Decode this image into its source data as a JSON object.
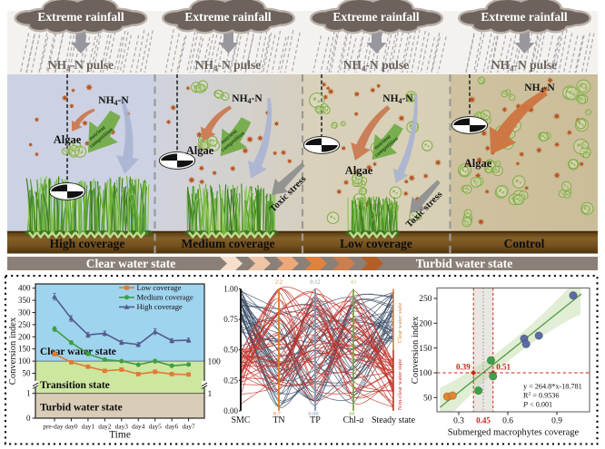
{
  "top": {
    "background_color": "#f4f2ef",
    "cloud_label": "Extreme rainfall",
    "cloud_color": "#6e635c",
    "pulse": {
      "pre": "NH",
      "sub": "4",
      "post": "-N pulse"
    },
    "nh4n": {
      "pre": "NH",
      "sub": "4",
      "post": "-N"
    },
    "algae_label": "Algae",
    "nutrient_arrow_label": {
      "line1": "nutrient",
      "line2": "competition"
    },
    "toxic_label": "Toxic stress",
    "ammonium_dot_color": "#b8551f",
    "algae_circle_color": "#88ae4c",
    "panels": [
      {
        "id": "high",
        "label": "High coverage",
        "water_color": "#ccd2e3",
        "water_color2": "#ccd2e3",
        "dot_count": 11,
        "algae_singles": 0,
        "grass": "dense",
        "secchi_depth": 211
      },
      {
        "id": "medium",
        "label": "Medium coverage",
        "water_color": "#d0d3de",
        "water_color2": "#d6cfbf",
        "dot_count": 19,
        "algae_singles": 0,
        "grass": "medium",
        "secchi_depth": 177
      },
      {
        "id": "low",
        "label": "Low coverage",
        "water_color": "#d9d1ba",
        "water_color2": "#d7cfb6",
        "dot_count": 25,
        "algae_singles": 11,
        "grass": "sparse",
        "secchi_depth": 160
      },
      {
        "id": "control",
        "label": "Control",
        "water_color": "#cfc2a0",
        "water_color2": "#cbbd99",
        "dot_count": 27,
        "algae_singles": 22,
        "grass": "none",
        "secchi_depth": 138
      }
    ],
    "sediment_colors": [
      "#58390f",
      "#82602a",
      "#73501e",
      "#4f330d"
    ]
  },
  "transition_bar": {
    "left_label": "Clear water state",
    "right_label": "Turbid water state",
    "bar_color": "#8b8078",
    "chevron_colors": [
      "#f7dfce",
      "#f0c4a6",
      "#eca878",
      "#e0823e",
      "#cd7e4e",
      "#b55f28"
    ]
  },
  "chart_data": [
    {
      "type": "line",
      "xlabel": "Time",
      "ylabel": "Conversion index",
      "categories": [
        "pre-day",
        "day0",
        "day1",
        "day2",
        "day3",
        "day4",
        "day5",
        "day6",
        "day7"
      ],
      "yticks": [
        0,
        1,
        50,
        100,
        150,
        200,
        250,
        300,
        350,
        400
      ],
      "right_axis_labels": [
        {
          "value": 100,
          "label": "100"
        },
        {
          "value": 1,
          "label": "1"
        }
      ],
      "axis_break": true,
      "zones": [
        {
          "label": "Turbid water state",
          "from": 0,
          "to": 1,
          "color": "#d9cdb8"
        },
        {
          "label": "Transition state",
          "from": 1,
          "to": 100,
          "color": "#cde6a0"
        },
        {
          "label": "Clear water state",
          "from": 100,
          "to": 400,
          "color": "#9fd4ee"
        }
      ],
      "series": [
        {
          "name": "Low coverage",
          "color": "#e07b36",
          "marker": "square",
          "values": [
            129,
            95,
            77,
            60,
            65,
            48,
            56,
            48,
            47
          ],
          "errors": [
            8,
            6,
            5,
            5,
            5,
            4,
            5,
            4,
            4
          ]
        },
        {
          "name": "Medium coverage",
          "color": "#3f9e3f",
          "marker": "circle",
          "values": [
            232,
            176,
            130,
            106,
            100,
            85,
            100,
            81,
            86
          ],
          "errors": [
            10,
            8,
            8,
            6,
            6,
            6,
            8,
            6,
            6
          ]
        },
        {
          "name": "High coverage",
          "color": "#565a8e",
          "marker": "triangle",
          "values": [
            365,
            275,
            208,
            214,
            177,
            168,
            221,
            184,
            186
          ],
          "errors": [
            14,
            12,
            10,
            10,
            9,
            9,
            12,
            9,
            9
          ]
        }
      ]
    },
    {
      "type": "parallel-coordinates",
      "yticks": [
        "0.00",
        "0.25",
        "0.50",
        "0.75",
        "1.00"
      ],
      "axes": [
        {
          "label": "SMC",
          "color": "#1a1a1a"
        },
        {
          "label": "TN",
          "color": "#df7a28",
          "top_value": "2.2",
          "bottom_value": "0.7"
        },
        {
          "label": "TP",
          "color": "#8092aa",
          "top_value": "0.12",
          "bottom_value": "0.00"
        },
        {
          "label": "Chl-a",
          "color": "#7aa63c",
          "top_value": "43",
          "bottom_value": "10"
        },
        {
          "label": "Steady state",
          "color": "#d2803a"
        }
      ],
      "groups": [
        {
          "name": "Clear water state",
          "line_color": "#3c4d68",
          "label_color": "#d2803a",
          "n_lines": 42
        },
        {
          "name": "Non-clear water state",
          "line_color": "#c23128",
          "label_color": "#c33028",
          "n_lines": 42
        }
      ]
    },
    {
      "type": "scatter",
      "xlabel": "Submerged macrophytes coverage",
      "ylabel": "Conversion index",
      "xticks": [
        "0.3",
        "0.6",
        "0.9"
      ],
      "yticks": [
        50,
        100,
        150,
        200,
        250
      ],
      "points": [
        {
          "x": 0.23,
          "y": 52,
          "color": "#e2852e",
          "group": "low"
        },
        {
          "x": 0.262,
          "y": 54,
          "color": "#e2852e",
          "group": "low"
        },
        {
          "x": 0.42,
          "y": 64,
          "color": "#3da048",
          "group": "medium"
        },
        {
          "x": 0.497,
          "y": 125,
          "color": "#3da048",
          "group": "medium"
        },
        {
          "x": 0.51,
          "y": 93,
          "color": "#3da048",
          "group": "medium"
        },
        {
          "x": 0.7,
          "y": 169,
          "color": "#5c6ba2",
          "group": "high"
        },
        {
          "x": 0.712,
          "y": 158,
          "color": "#5c6ba2",
          "group": "high"
        },
        {
          "x": 0.79,
          "y": 175,
          "color": "#5c6ba2",
          "group": "high"
        },
        {
          "x": 1.0,
          "y": 256,
          "color": "#5c6ba2",
          "group": "high"
        }
      ],
      "regression": {
        "slope": 264.8,
        "intercept": -18.781,
        "equation": "y = 264.8*x-18.781",
        "r2_pre": "R",
        "r2_sup": "2",
        "r2_post": " = 0.9536",
        "p_italic": "P",
        "p_post": " < 0.001",
        "line_color": "#58a04e",
        "band_color": "#bcd6a2"
      },
      "thresholds": {
        "x1": 0.39,
        "x1_label": "0.39",
        "x2": 0.51,
        "x2_label": "0.51",
        "mid": 0.45,
        "mid_label": "0.45",
        "y": 100,
        "color": "#d02020"
      }
    }
  ]
}
